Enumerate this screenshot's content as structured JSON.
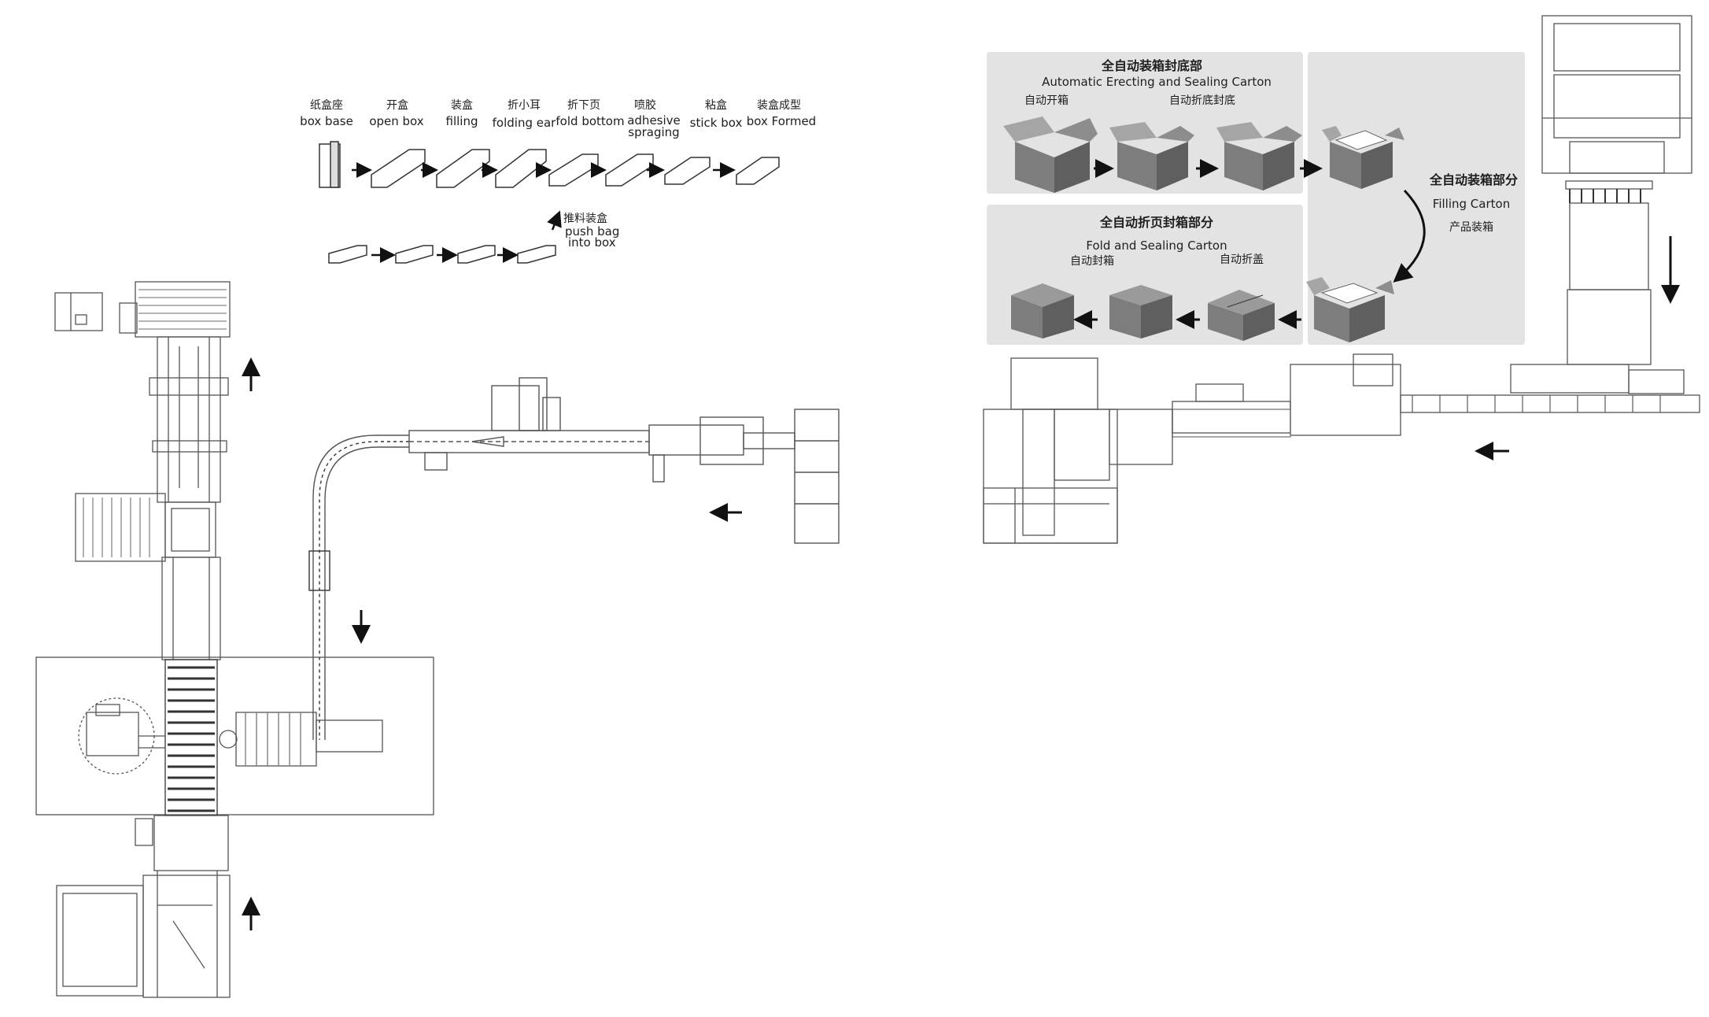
{
  "box_steps": [
    {
      "zh": "纸盒座",
      "en": "box base"
    },
    {
      "zh": "开盒",
      "en": "open box"
    },
    {
      "zh": "装盒",
      "en": "filling"
    },
    {
      "zh": "折小耳",
      "en": "folding ear"
    },
    {
      "zh": "折下页",
      "en": "fold bottom"
    },
    {
      "zh": "喷胶",
      "en": "adhesive spraging"
    },
    {
      "zh": "粘盒",
      "en": "stick box"
    },
    {
      "zh": "装盒成型",
      "en": "box Formed"
    }
  ],
  "push_bag": {
    "zh": "推料装盒",
    "en_line1": "push bag",
    "en_line2": "into box"
  },
  "carton": {
    "erect_title_zh": "全自动装箱封底部",
    "erect_title_en": "Automatic Erecting and Sealing Carton",
    "auto_open": "自动开箱",
    "auto_fold_bottom": "自动折底封底",
    "filling_title_zh": "全自动装箱部分",
    "filling_title_en": "Filling Carton",
    "product_boxing": "产品装箱",
    "fold_title_zh": "全自动折页封箱部分",
    "fold_title_en": "Fold and Sealing Carton",
    "auto_seal": "自动封箱",
    "auto_fold_lid": "自动折盖"
  },
  "colors": {
    "panel": "#e3e3e3",
    "line": "#555555",
    "box_dark": "#5f5f5f",
    "box_mid": "#7d7d7d",
    "box_light": "#9a9a9a"
  }
}
